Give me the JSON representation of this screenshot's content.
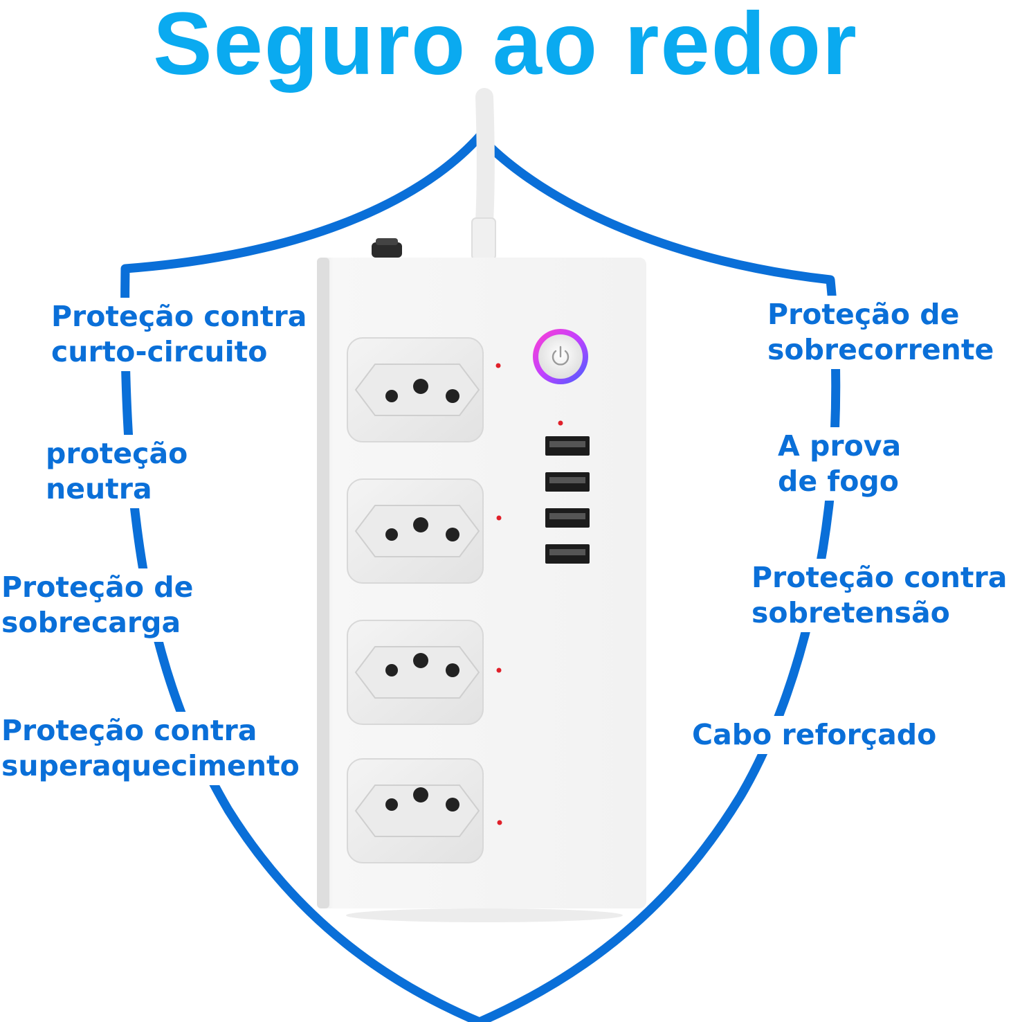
{
  "headline": "Seguro ao redor",
  "colors": {
    "headline": "#0aaaf0",
    "shield": "#0a6fd8",
    "feature_text": "#0a6fd8",
    "indicator": "#e0202a",
    "ring_pink": "#e040e0",
    "ring_blue": "#6060ff"
  },
  "features_left": [
    {
      "line1": "Proteção contra",
      "line2": "curto-circuito"
    },
    {
      "line1": "proteção",
      "line2": "neutra"
    },
    {
      "line1": "Proteção de",
      "line2": "sobrecarga"
    },
    {
      "line1": "Proteção contra",
      "line2": "superaquecimento"
    }
  ],
  "features_right": [
    {
      "line1": "Proteção de",
      "line2": "sobrecorrente"
    },
    {
      "line1": "A prova",
      "line2": "de fogo"
    },
    {
      "line1": "Proteção contra",
      "line2": "sobretensão"
    },
    {
      "line1": "Cabo reforçado",
      "line2": ""
    }
  ],
  "product": {
    "outlets": 4,
    "usb_ports": 4,
    "power_button_icon": "power-icon"
  }
}
